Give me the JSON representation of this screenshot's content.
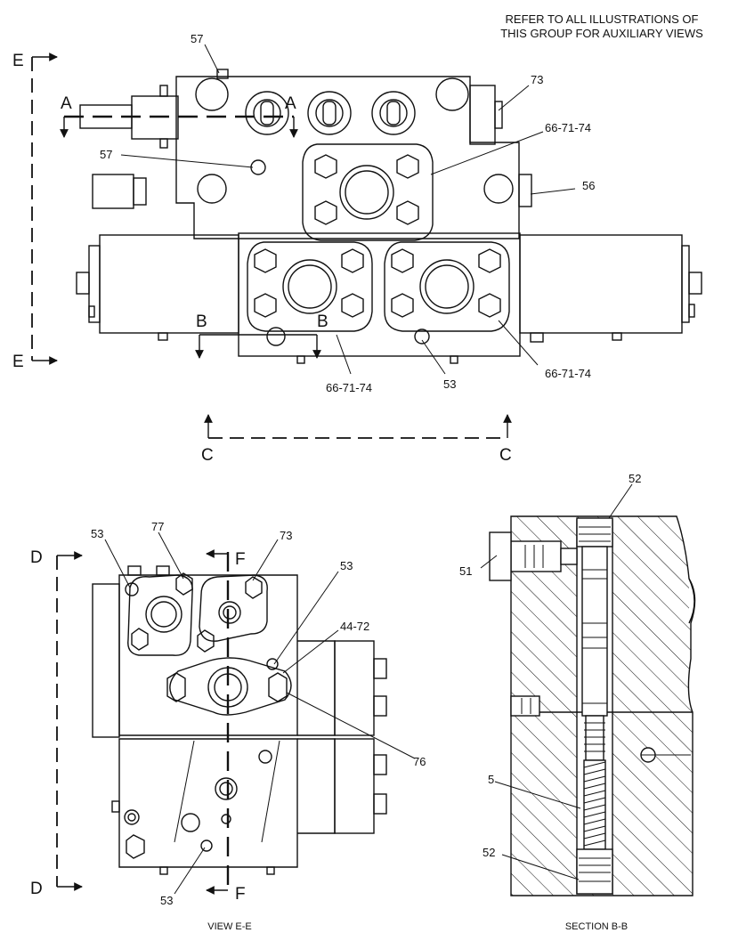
{
  "note": {
    "line1": "REFER TO ALL ILLUSTRATIONS OF",
    "line2": "THIS GROUP FOR AUXILIARY VIEWS"
  },
  "section_letters": {
    "a": "A",
    "b": "B",
    "c": "C",
    "d": "D",
    "e": "E",
    "f": "F"
  },
  "callouts": {
    "c57_top": "57",
    "c57_left": "57",
    "c73_top": "73",
    "c66_upper": "66-71-74",
    "c56": "56",
    "c66_left": "66-71-74",
    "c53_top": "53",
    "c66_right": "66-71-74",
    "c53_ee_top": "53",
    "c77": "77",
    "c73_ee": "73",
    "c53_ee_right": "53",
    "c44": "44-72",
    "c76": "76",
    "c53_ee_bottom": "53",
    "c52_top": "52",
    "c51": "51",
    "c5": "5",
    "c52_bottom": "52"
  },
  "view_labels": {
    "view_ee": "VIEW E-E",
    "section_bb": "SECTION B-B"
  }
}
